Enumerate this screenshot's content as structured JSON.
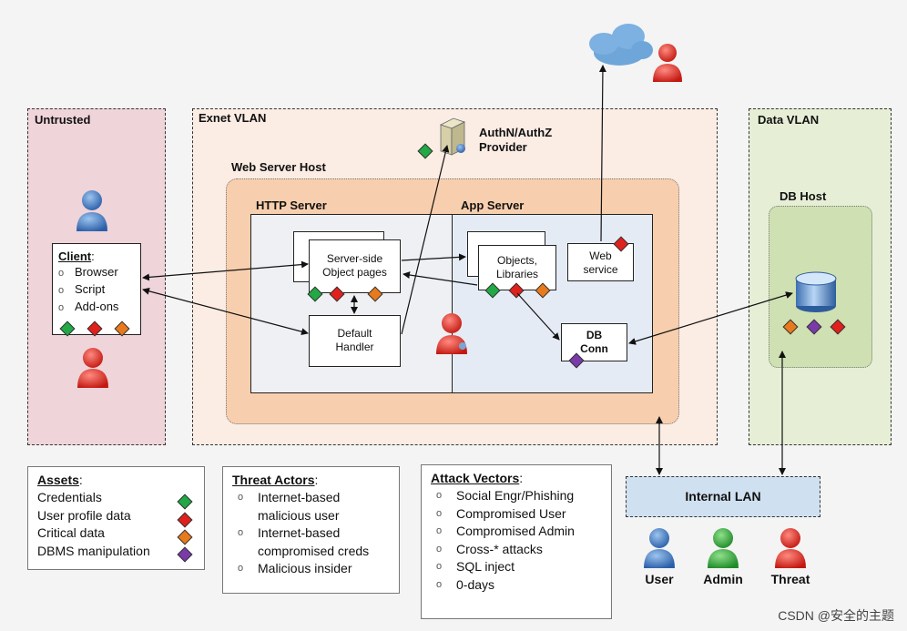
{
  "zones": {
    "untrusted": "Untrusted",
    "exnet": "Exnet VLAN",
    "data_vlan": "Data VLAN",
    "web_server_host": "Web Server Host",
    "http_server": "HTTP Server",
    "app_server": "App Server",
    "db_host": "DB Host"
  },
  "client": {
    "title": "Client",
    "colon": ":",
    "items": [
      "Browser",
      "Script",
      "Add-ons"
    ]
  },
  "components": {
    "auth": "AuthN/AuthZ Provider",
    "server_side_l1": "Server-side",
    "server_side_l2": "Object pages",
    "default_l1": "Default",
    "default_l2": "Handler",
    "objects_l1": "Objects,",
    "objects_l2": "Libraries",
    "web_l1": "Web",
    "web_l2": "service",
    "db_l1": "DB",
    "db_l2": "Conn",
    "internal_lan": "Internal LAN"
  },
  "actors": {
    "user": "User",
    "admin": "Admin",
    "threat": "Threat"
  },
  "assets": {
    "title": "Assets",
    "colon": ":",
    "items": [
      "Credentials",
      "User profile data",
      "Critical data",
      "DBMS manipulation"
    ]
  },
  "threat_actors": {
    "title": "Threat Actors",
    "colon": ":",
    "items": [
      "Internet-based malicious user",
      "Internet-based compromised creds",
      "Malicious insider"
    ]
  },
  "attack_vectors": {
    "title": "Attack Vectors",
    "colon": ":",
    "items": [
      "Social Engr/Phishing",
      "Compromised User",
      "Compromised Admin",
      "Cross-* attacks",
      "SQL inject",
      "0-days"
    ]
  },
  "watermark": "CSDN @安全的主题",
  "colors": {
    "credentials": "#22a845",
    "user_profile": "#e0201c",
    "critical": "#e87a1e",
    "dbms": "#7a3aa8",
    "untrusted_bg": "#efd4da",
    "exnet_bg": "#fbece4",
    "webhost_bg": "#f8cfae",
    "data_vlan_bg": "#e6efd6",
    "db_host_bg": "#cfe0b2",
    "http_bg": "#eef0f3",
    "app_bg": "#e4ebf5",
    "lan_bg": "#cfe0f0"
  }
}
